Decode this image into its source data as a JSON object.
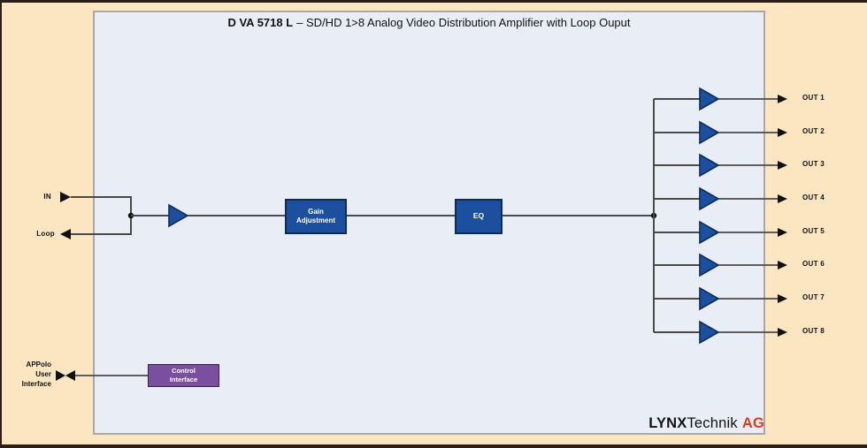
{
  "diagram": {
    "title": {
      "model": "D VA 5718 L",
      "rest": "– SD/HD 1>8 Analog Video Distribution Amplifier with Loop Ouput"
    },
    "ports": {
      "input": "IN",
      "loop": "Loop"
    },
    "blocks": {
      "gain": {
        "line1": "Gain",
        "line2": "Adjustment"
      },
      "eq": "EQ",
      "control": {
        "line1": "Control",
        "line2": "Interface"
      }
    },
    "outputs": [
      "OUT 1",
      "OUT 2",
      "OUT 3",
      "OUT 4",
      "OUT 5",
      "OUT 6",
      "OUT 7",
      "OUT 8"
    ],
    "control_port": {
      "line1": "APPolo",
      "line2": "User",
      "line3": "Interface"
    },
    "icons": {
      "amplifier": "right-pointing-triangle",
      "signal-arrow": "solid-right-arrowhead",
      "bidirectional-arrow": "bowtie-double-arrow",
      "junction": "filled-dot"
    }
  },
  "logo": {
    "part1": "LYNX",
    "part2": "Technik",
    "part3": "AG"
  },
  "colors": {
    "canvas_bg": "#fce6c2",
    "frame": "#2a2016",
    "panel_bg": "#e9eef6",
    "panel_border": "#a8a8a8",
    "line": "#4a4a4a",
    "arrow": "#111111",
    "amp_fill": "#1c4f9e",
    "amp_stroke": "#0e2c58",
    "box_fill": "#1c4f9e",
    "box_stroke": "#0e2c58",
    "control_fill": "#7b4fa0",
    "control_stroke": "#33204d",
    "logo_accent": "#d93d1a"
  }
}
